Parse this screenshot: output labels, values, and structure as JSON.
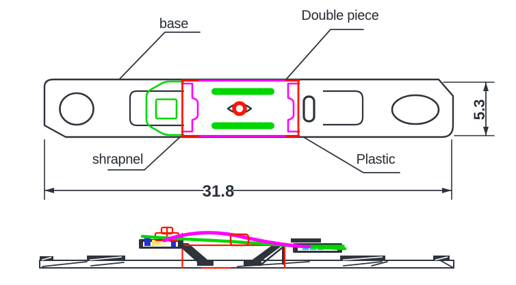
{
  "labels": {
    "base": "base",
    "double_piece": "Double piece",
    "shrapnel": "shrapnel",
    "plastic": "Plastic"
  },
  "dimensions": {
    "width": "31.8",
    "height": "5.3"
  },
  "colors": {
    "outline": "#2e333c",
    "green": "#00d600",
    "magenta": "#ff00ff",
    "red": "#ff1400",
    "blue": "#2430d8",
    "yellow": "#ffe24a",
    "cyan": "#00dcff"
  }
}
